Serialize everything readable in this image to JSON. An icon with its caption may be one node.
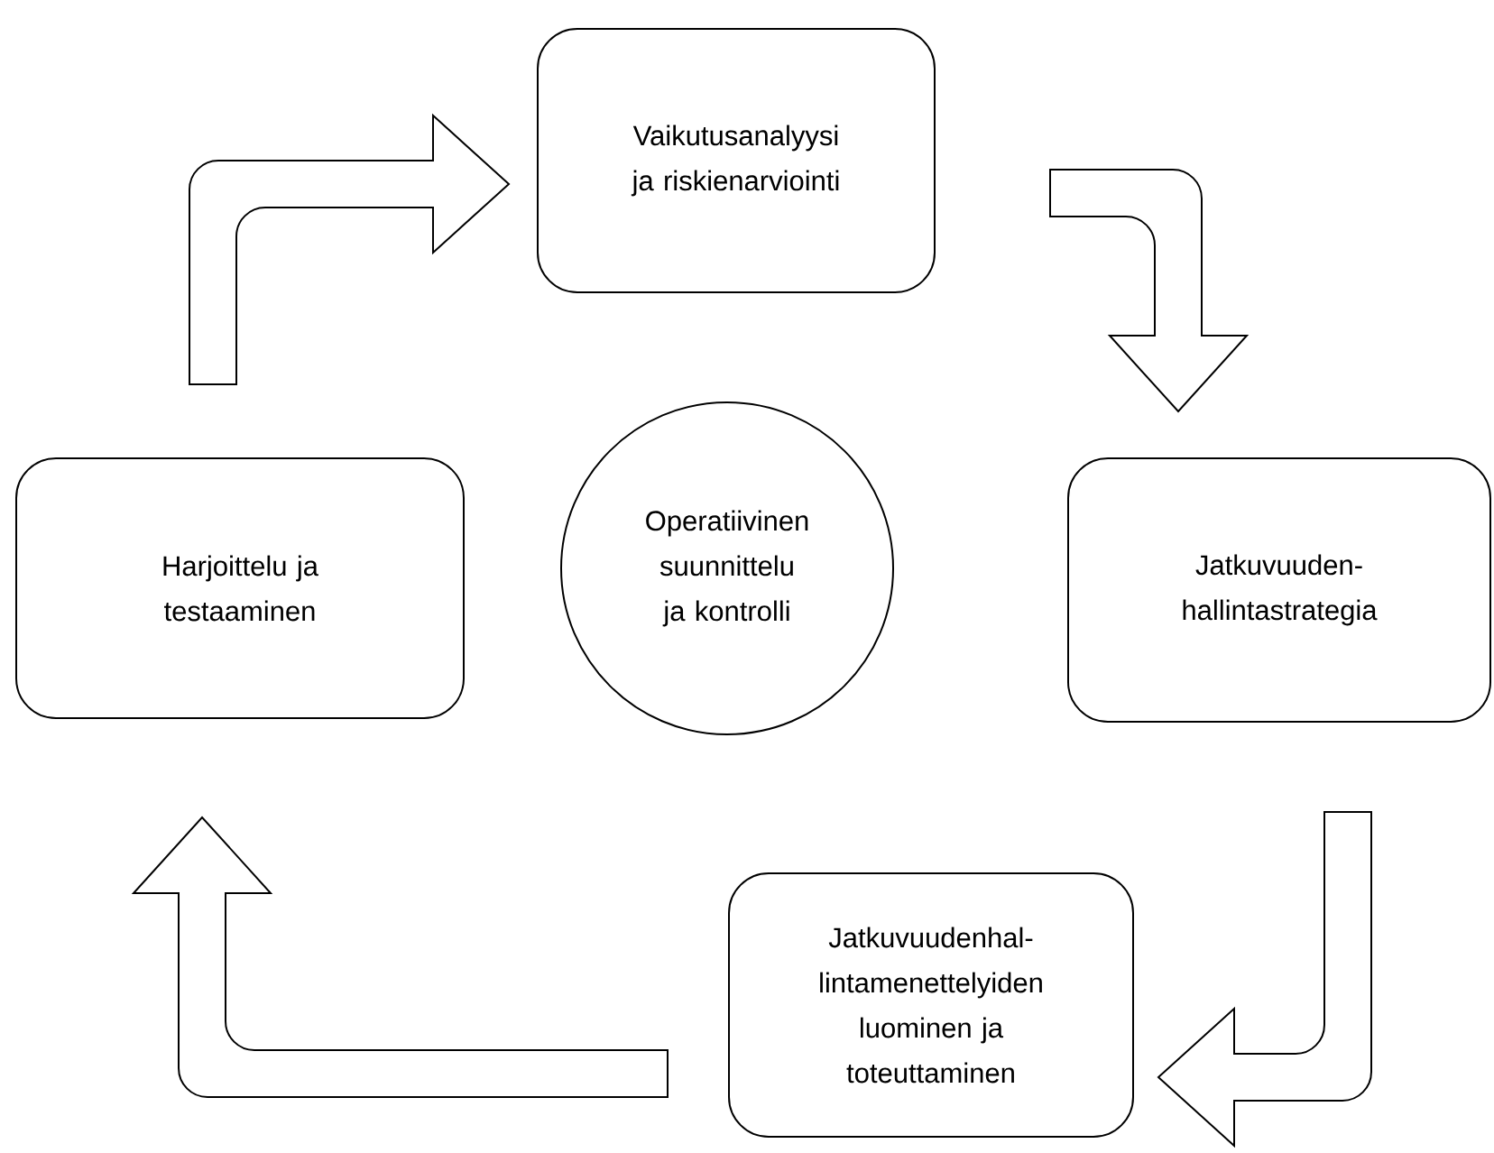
{
  "diagram": {
    "nodes": [
      {
        "text": [
          "Vaikutusanalyysi ja riskienarviointi"
        ]
      },
      {
        "text": [
          "Jatkuvuuden- hallintastrategia"
        ]
      },
      {
        "text": [
          "Jatkuvuudenhal- lintamenettelyiden luominen ja toteuttaminen"
        ]
      },
      {
        "text": [
          "Harjoittelu ja testaaminen"
        ]
      },
      {
        "text": [
          "Operatiivinen suunnittelu ja kontrolli"
        ]
      }
    ],
    "edges": [
      {
        "from": 0,
        "to": 1,
        "arrow": "to"
      },
      {
        "from": 1,
        "to": 2,
        "arrow": "to"
      },
      {
        "from": 2,
        "to": 3,
        "arrow": "to"
      },
      {
        "from": 3,
        "to": 0,
        "arrow": "to"
      }
    ]
  }
}
